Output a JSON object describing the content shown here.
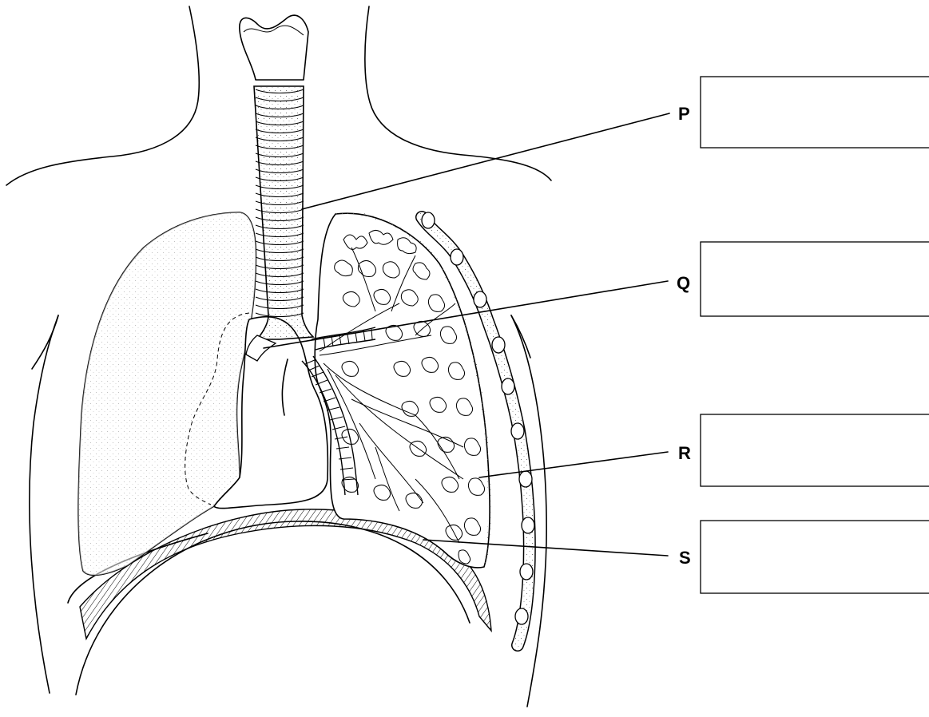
{
  "labels": [
    {
      "letter": "P",
      "answer": ""
    },
    {
      "letter": "Q",
      "answer": ""
    },
    {
      "letter": "R",
      "answer": ""
    },
    {
      "letter": "S",
      "answer": ""
    }
  ]
}
